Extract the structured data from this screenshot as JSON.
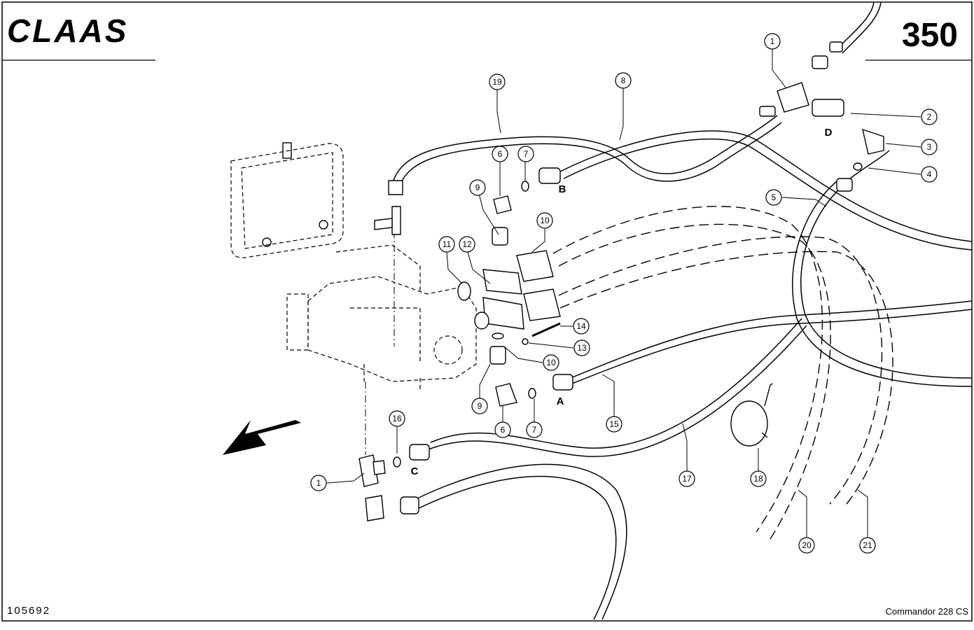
{
  "header": {
    "brand": "CLAAS",
    "page_number": "350"
  },
  "footer": {
    "drawing_number": "105692",
    "model": "Commandor 228 CS"
  },
  "callouts": [
    "1",
    "2",
    "3",
    "4",
    "5",
    "6",
    "7",
    "8",
    "9",
    "10",
    "11",
    "12",
    "13",
    "14",
    "15",
    "16",
    "17",
    "18",
    "19",
    "20",
    "21"
  ],
  "port_letters": [
    "A",
    "B",
    "C",
    "D"
  ]
}
